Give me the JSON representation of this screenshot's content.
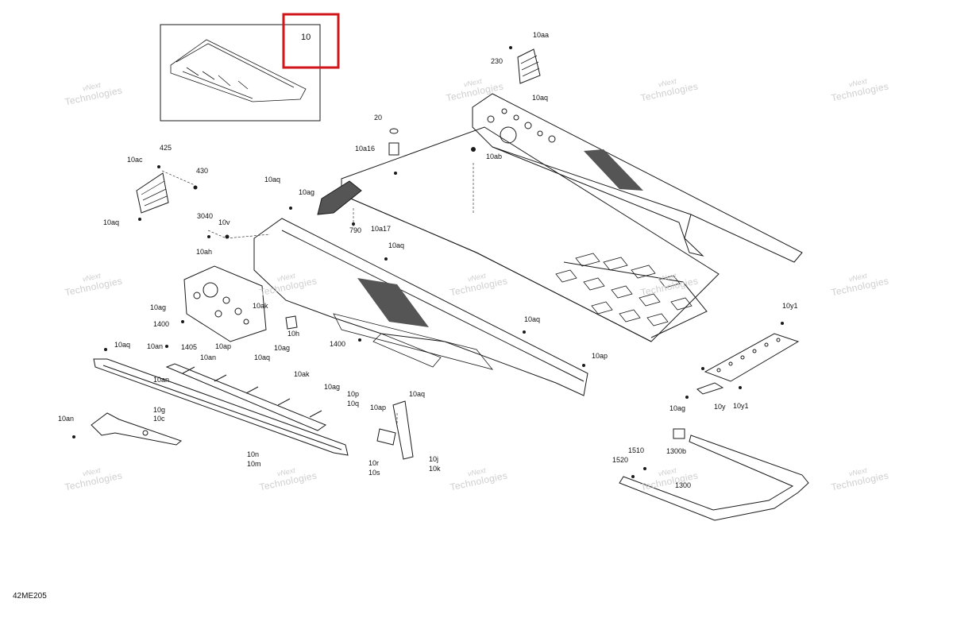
{
  "callout": {
    "label": "10",
    "highlight_color": "#d0161b"
  },
  "figure_number": "42ME205",
  "watermark": {
    "line1": "vNext",
    "line2": "Technologies"
  },
  "colors": {
    "ink": "#1a1a1a",
    "hatch": "#555555",
    "watermark": "#c9c9c9"
  },
  "part_labels": [
    "10aa",
    "230",
    "10aq",
    "20",
    "10ab",
    "10a16",
    "425",
    "10ac",
    "430",
    "10aq",
    "10ag",
    "10aq",
    "3040",
    "10v",
    "790",
    "10a17",
    "10ah",
    "10aq",
    "10ag",
    "10ak",
    "1400",
    "10h",
    "10aq",
    "10an",
    "1405",
    "10ap",
    "10ag",
    "1400",
    "10ap",
    "10an",
    "10aq",
    "10aq",
    "10ak",
    "10an",
    "10ag",
    "10p",
    "10q",
    "10aq",
    "10ap",
    "10an",
    "10g",
    "10c",
    "10n",
    "10m",
    "10r",
    "10s",
    "10j",
    "10k",
    "10y1",
    "10ag",
    "10y",
    "10y1",
    "1300b",
    "1510",
    "1520",
    "1300"
  ]
}
